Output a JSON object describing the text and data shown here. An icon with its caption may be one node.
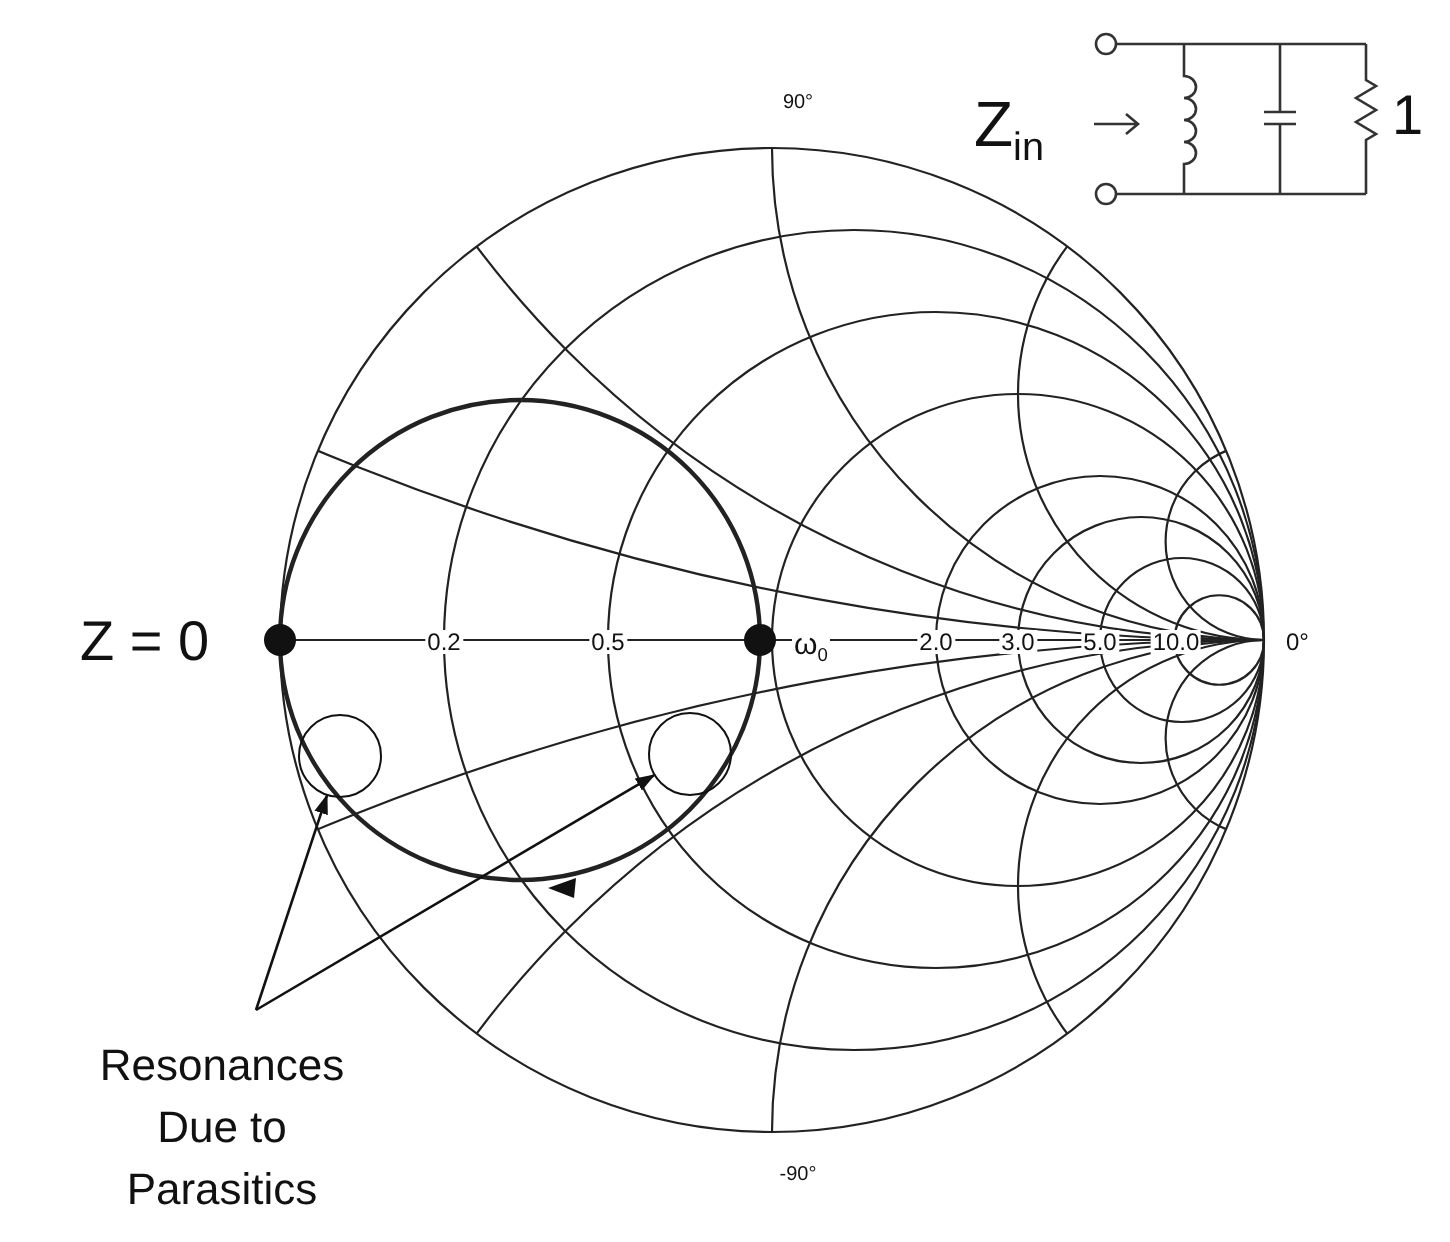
{
  "diagram": {
    "nodes": [
      {
        "text": [
          "Resonances Due to Parasitics"
        ]
      },
      {
        "text": [],
        "shape": "circle"
      },
      {
        "text": [],
        "shape": "circle"
      }
    ],
    "edges": [
      {
        "from": 0,
        "to": 1,
        "arrow": "to"
      },
      {
        "from": 0,
        "to": 2,
        "arrow": "to"
      }
    ],
    "labels": [
      "90°",
      "Z$_{in}$",
      "1",
      "Z = 0",
      "0.2",
      "0.5",
      "ω$_{0}$",
      "2.0",
      "3.0",
      "5.0",
      "10.0",
      "0°",
      "-90°"
    ]
  }
}
